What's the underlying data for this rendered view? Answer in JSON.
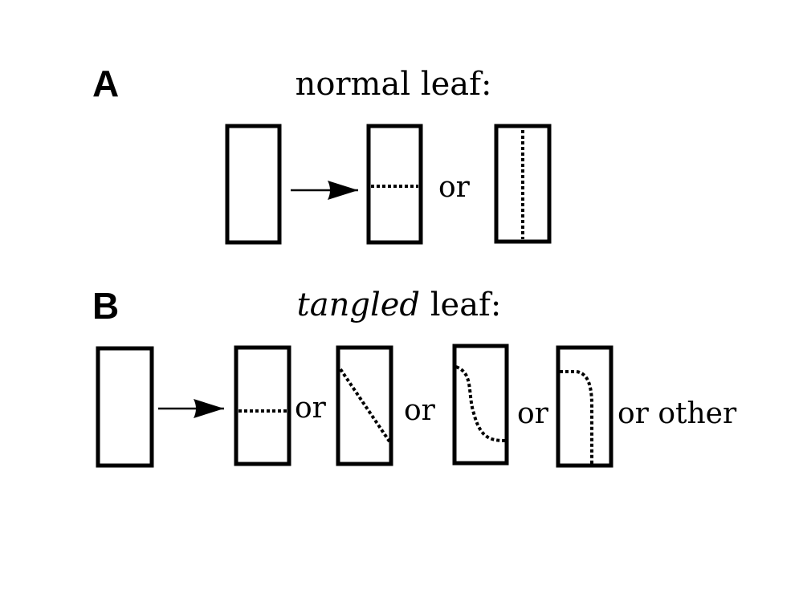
{
  "panel_a": {
    "label": "A",
    "title": "normal leaf:",
    "connectors": [
      "or"
    ]
  },
  "panel_b": {
    "label": "B",
    "title_italic": "tangled",
    "title_rest": " leaf:",
    "connectors": [
      "or",
      "or",
      "or",
      "or other"
    ]
  }
}
